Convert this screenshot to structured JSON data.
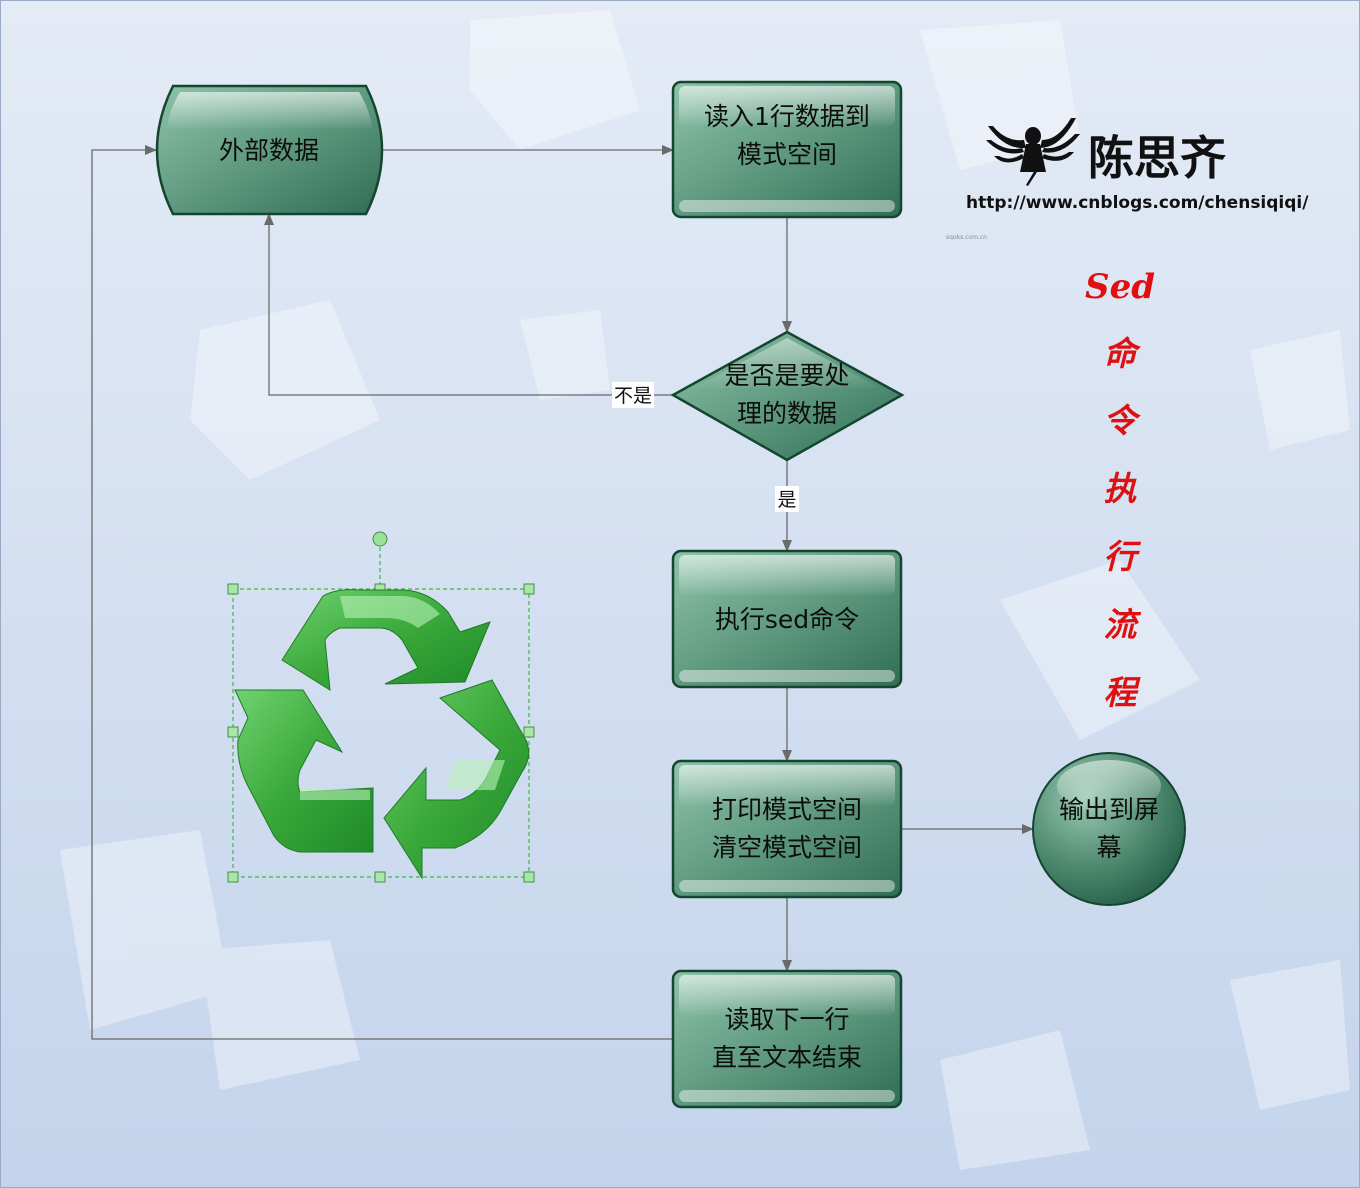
{
  "nodes": {
    "external_data": "外部数据",
    "read_line": {
      "line1": "读入1行数据到",
      "line2": "模式空间"
    },
    "decision": {
      "line1": "是否是要处",
      "line2": "理的数据"
    },
    "execute": "执行sed命令",
    "print": {
      "line1": "打印模式空间",
      "line2": "清空模式空间"
    },
    "output": {
      "line1": "输出到屏",
      "line2": "幕"
    },
    "next_line": {
      "line1": "读取下一行",
      "line2": "直至文本结束"
    }
  },
  "edge_labels": {
    "no": "不是",
    "yes": "是"
  },
  "brand": {
    "name": "陈思齐",
    "url": "http://www.cnblogs.com/chensiqiqi/",
    "tiny": "sqoks.com.cn"
  },
  "side_title": [
    "Sed",
    "命",
    "令",
    "执",
    "行",
    "流",
    "程"
  ],
  "icons": {
    "logo": "winged-figure-icon",
    "recycle": "recycle-icon"
  },
  "colors": {
    "node_dark": "#2f6d55",
    "node_light": "#8fc3ab",
    "node_border": "#14452f",
    "edge": "#6a6a6a",
    "title_red": "#e01010",
    "recycle_green": "#3aa83a",
    "background_top": "#e4ebf6",
    "background_bottom": "#c4d4ec"
  }
}
